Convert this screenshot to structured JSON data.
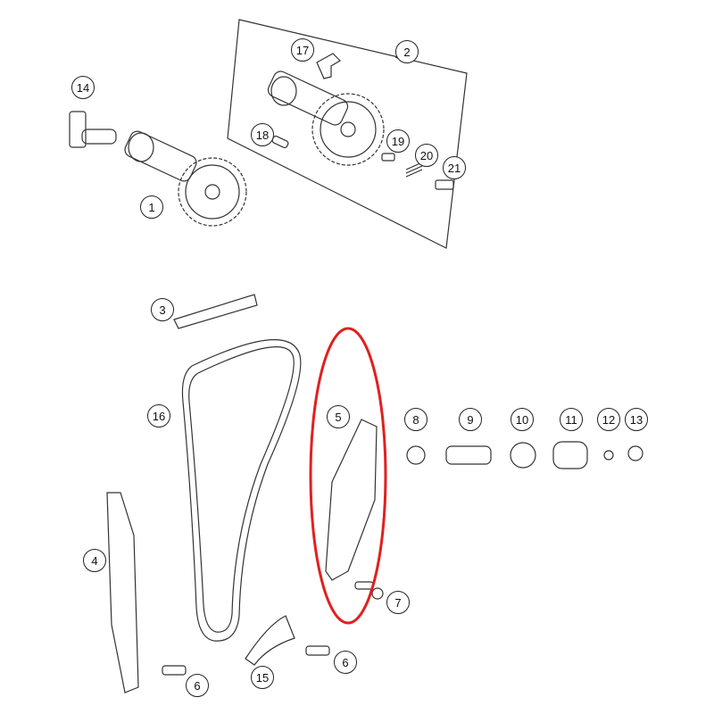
{
  "diagram": {
    "title": "Camshaft and timing chain exploded view",
    "highlight_color": "#e0201f",
    "line_color": "#333333",
    "highlighted_part": "5",
    "callouts": [
      {
        "id": "c14",
        "label": "14"
      },
      {
        "id": "c17",
        "label": "17"
      },
      {
        "id": "c2",
        "label": "2"
      },
      {
        "id": "c18",
        "label": "18"
      },
      {
        "id": "c19",
        "label": "19"
      },
      {
        "id": "c20",
        "label": "20"
      },
      {
        "id": "c21",
        "label": "21"
      },
      {
        "id": "c1",
        "label": "1"
      },
      {
        "id": "c3",
        "label": "3"
      },
      {
        "id": "c16",
        "label": "16"
      },
      {
        "id": "c5",
        "label": "5"
      },
      {
        "id": "c8",
        "label": "8"
      },
      {
        "id": "c9",
        "label": "9"
      },
      {
        "id": "c10",
        "label": "10"
      },
      {
        "id": "c11",
        "label": "11"
      },
      {
        "id": "c12",
        "label": "12"
      },
      {
        "id": "c13",
        "label": "13"
      },
      {
        "id": "c4",
        "label": "4"
      },
      {
        "id": "c7",
        "label": "7"
      },
      {
        "id": "c6a",
        "label": "6"
      },
      {
        "id": "c15",
        "label": "15"
      },
      {
        "id": "c6b",
        "label": "6"
      }
    ]
  }
}
